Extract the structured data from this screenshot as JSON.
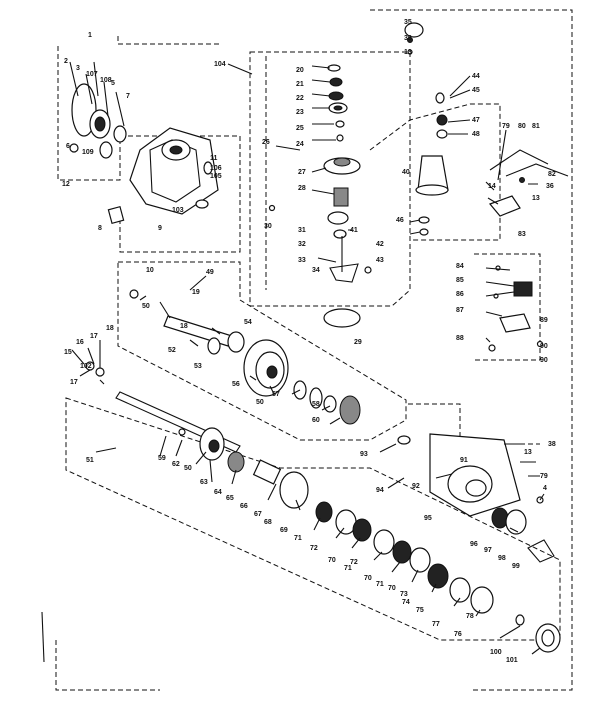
{
  "diagram": {
    "callouts": [
      {
        "id": "c1",
        "text": "1"
      },
      {
        "id": "c2",
        "text": "2"
      },
      {
        "id": "c3",
        "text": "3"
      },
      {
        "id": "c4",
        "text": "4"
      },
      {
        "id": "c5",
        "text": "5"
      },
      {
        "id": "c6",
        "text": "6"
      },
      {
        "id": "c7",
        "text": "7"
      },
      {
        "id": "c8",
        "text": "8"
      },
      {
        "id": "c9",
        "text": "9"
      },
      {
        "id": "c10",
        "text": "10"
      },
      {
        "id": "c11",
        "text": "11"
      },
      {
        "id": "c12",
        "text": "12"
      },
      {
        "id": "c13",
        "text": "13"
      },
      {
        "id": "c13b",
        "text": "13"
      },
      {
        "id": "c13c",
        "text": "13"
      },
      {
        "id": "c14",
        "text": "14"
      },
      {
        "id": "c15",
        "text": "15"
      },
      {
        "id": "c16",
        "text": "16"
      },
      {
        "id": "c17",
        "text": "17"
      },
      {
        "id": "c17b",
        "text": "17"
      },
      {
        "id": "c18",
        "text": "18"
      },
      {
        "id": "c18b",
        "text": "18"
      },
      {
        "id": "c19",
        "text": "19"
      },
      {
        "id": "c20",
        "text": "20"
      },
      {
        "id": "c21",
        "text": "21"
      },
      {
        "id": "c22",
        "text": "22"
      },
      {
        "id": "c23",
        "text": "23"
      },
      {
        "id": "c24",
        "text": "24"
      },
      {
        "id": "c25",
        "text": "25"
      },
      {
        "id": "c26",
        "text": "26"
      },
      {
        "id": "c27",
        "text": "27"
      },
      {
        "id": "c28",
        "text": "28"
      },
      {
        "id": "c29",
        "text": "29"
      },
      {
        "id": "c30",
        "text": "30"
      },
      {
        "id": "c31",
        "text": "31"
      },
      {
        "id": "c32",
        "text": "32"
      },
      {
        "id": "c33",
        "text": "33"
      },
      {
        "id": "c34",
        "text": "34"
      },
      {
        "id": "c35",
        "text": "35"
      },
      {
        "id": "c36",
        "text": "36"
      },
      {
        "id": "c36b",
        "text": "36"
      },
      {
        "id": "c38",
        "text": "38"
      },
      {
        "id": "c40",
        "text": "40"
      },
      {
        "id": "c41",
        "text": "41"
      },
      {
        "id": "c42",
        "text": "42"
      },
      {
        "id": "c43",
        "text": "43"
      },
      {
        "id": "c44",
        "text": "44"
      },
      {
        "id": "c45",
        "text": "45"
      },
      {
        "id": "c46",
        "text": "46"
      },
      {
        "id": "c47",
        "text": "47"
      },
      {
        "id": "c48",
        "text": "48"
      },
      {
        "id": "c49",
        "text": "49"
      },
      {
        "id": "c50",
        "text": "50"
      },
      {
        "id": "c50b",
        "text": "50"
      },
      {
        "id": "c50c",
        "text": "50"
      },
      {
        "id": "c51",
        "text": "51"
      },
      {
        "id": "c52",
        "text": "52"
      },
      {
        "id": "c53",
        "text": "53"
      },
      {
        "id": "c54",
        "text": "54"
      },
      {
        "id": "c56",
        "text": "56"
      },
      {
        "id": "c57",
        "text": "57"
      },
      {
        "id": "c58",
        "text": "58"
      },
      {
        "id": "c59",
        "text": "59"
      },
      {
        "id": "c60",
        "text": "60"
      },
      {
        "id": "c62",
        "text": "62"
      },
      {
        "id": "c63",
        "text": "63"
      },
      {
        "id": "c64",
        "text": "64"
      },
      {
        "id": "c65",
        "text": "65"
      },
      {
        "id": "c66",
        "text": "66"
      },
      {
        "id": "c67",
        "text": "67"
      },
      {
        "id": "c68",
        "text": "68"
      },
      {
        "id": "c69",
        "text": "69"
      },
      {
        "id": "c70",
        "text": "70"
      },
      {
        "id": "c70b",
        "text": "70"
      },
      {
        "id": "c70c",
        "text": "70"
      },
      {
        "id": "c71",
        "text": "71"
      },
      {
        "id": "c71b",
        "text": "71"
      },
      {
        "id": "c71c",
        "text": "71"
      },
      {
        "id": "c72",
        "text": "72"
      },
      {
        "id": "c72b",
        "text": "72"
      },
      {
        "id": "c73",
        "text": "73"
      },
      {
        "id": "c74",
        "text": "74"
      },
      {
        "id": "c75",
        "text": "75"
      },
      {
        "id": "c76",
        "text": "76"
      },
      {
        "id": "c77",
        "text": "77"
      },
      {
        "id": "c78",
        "text": "78"
      },
      {
        "id": "c79",
        "text": "79"
      },
      {
        "id": "c79b",
        "text": "79"
      },
      {
        "id": "c80",
        "text": "80"
      },
      {
        "id": "c81",
        "text": "81"
      },
      {
        "id": "c82",
        "text": "82"
      },
      {
        "id": "c83",
        "text": "83"
      },
      {
        "id": "c84",
        "text": "84"
      },
      {
        "id": "c85",
        "text": "85"
      },
      {
        "id": "c86",
        "text": "86"
      },
      {
        "id": "c87",
        "text": "87"
      },
      {
        "id": "c88",
        "text": "88"
      },
      {
        "id": "c89",
        "text": "89"
      },
      {
        "id": "c90",
        "text": "90"
      },
      {
        "id": "c90b",
        "text": "90"
      },
      {
        "id": "c91",
        "text": "91"
      },
      {
        "id": "c92",
        "text": "92"
      },
      {
        "id": "c93",
        "text": "93"
      },
      {
        "id": "c94",
        "text": "94"
      },
      {
        "id": "c95",
        "text": "95"
      },
      {
        "id": "c96",
        "text": "96"
      },
      {
        "id": "c97",
        "text": "97"
      },
      {
        "id": "c98",
        "text": "98"
      },
      {
        "id": "c99",
        "text": "99"
      },
      {
        "id": "c100",
        "text": "100"
      },
      {
        "id": "c101",
        "text": "101"
      },
      {
        "id": "c102",
        "text": "102"
      },
      {
        "id": "c103",
        "text": "103"
      },
      {
        "id": "c104",
        "text": "104"
      },
      {
        "id": "c105",
        "text": "105"
      },
      {
        "id": "c106",
        "text": "106"
      },
      {
        "id": "c107",
        "text": "107"
      },
      {
        "id": "c108",
        "text": "108"
      },
      {
        "id": "c109",
        "text": "109"
      }
    ]
  }
}
